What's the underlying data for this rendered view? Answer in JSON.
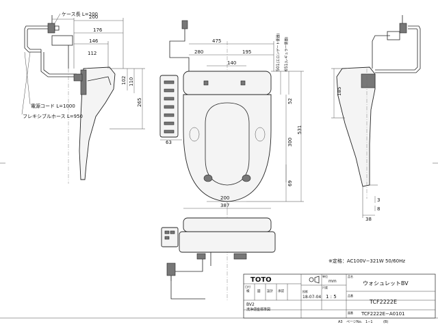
{
  "dimensions": {
    "d200_top": "200",
    "d176": "176",
    "d146": "146",
    "d112": "112",
    "d102": "102",
    "d110": "110",
    "d265": "265",
    "d475": "475",
    "d280": "280",
    "d195": "195",
    "d140": "140",
    "d501": "501",
    "d651": "651",
    "d52": "52",
    "d531": "531",
    "d300": "300",
    "d69": "69",
    "d63": "63",
    "d200_bottom": "200",
    "d387": "387",
    "d185": "185",
    "d3": "3",
    "d8": "8",
    "d38": "38",
    "d501_label": "(エロンゲート便器)",
    "d651_label": "(レギュラー便器)"
  },
  "callouts": {
    "hose_top": "ケース長 L=200",
    "power_cord": "電源コード L=1000",
    "flexible_hose": "フレキシブルホース L=950"
  },
  "spec_note": "※定格：AC100V−321W 50/60Hz",
  "title_block": {
    "brand": "TOTO",
    "projection_label": "投影",
    "unit_label": "単位",
    "unit_value": "mm",
    "scale_label": "尺度",
    "date_label": "日付",
    "date_value": "18-07-04",
    "scale_value": "1 : 5",
    "name_label": "品名",
    "product_name": "ウォシュレットBV",
    "model_label": "品番",
    "model": "TCF2222E",
    "drawing_label": "図番",
    "drawing_no": "TCF2222E−A0101",
    "series_code": "BV2",
    "series_name": "洗浄便座標準図",
    "sign_labels": [
      "検",
      "図",
      "設計",
      "承認"
    ],
    "paper_size": "A3",
    "page_label": "ページNo.",
    "page_value": "1−1",
    "rev_label": "(B)"
  }
}
